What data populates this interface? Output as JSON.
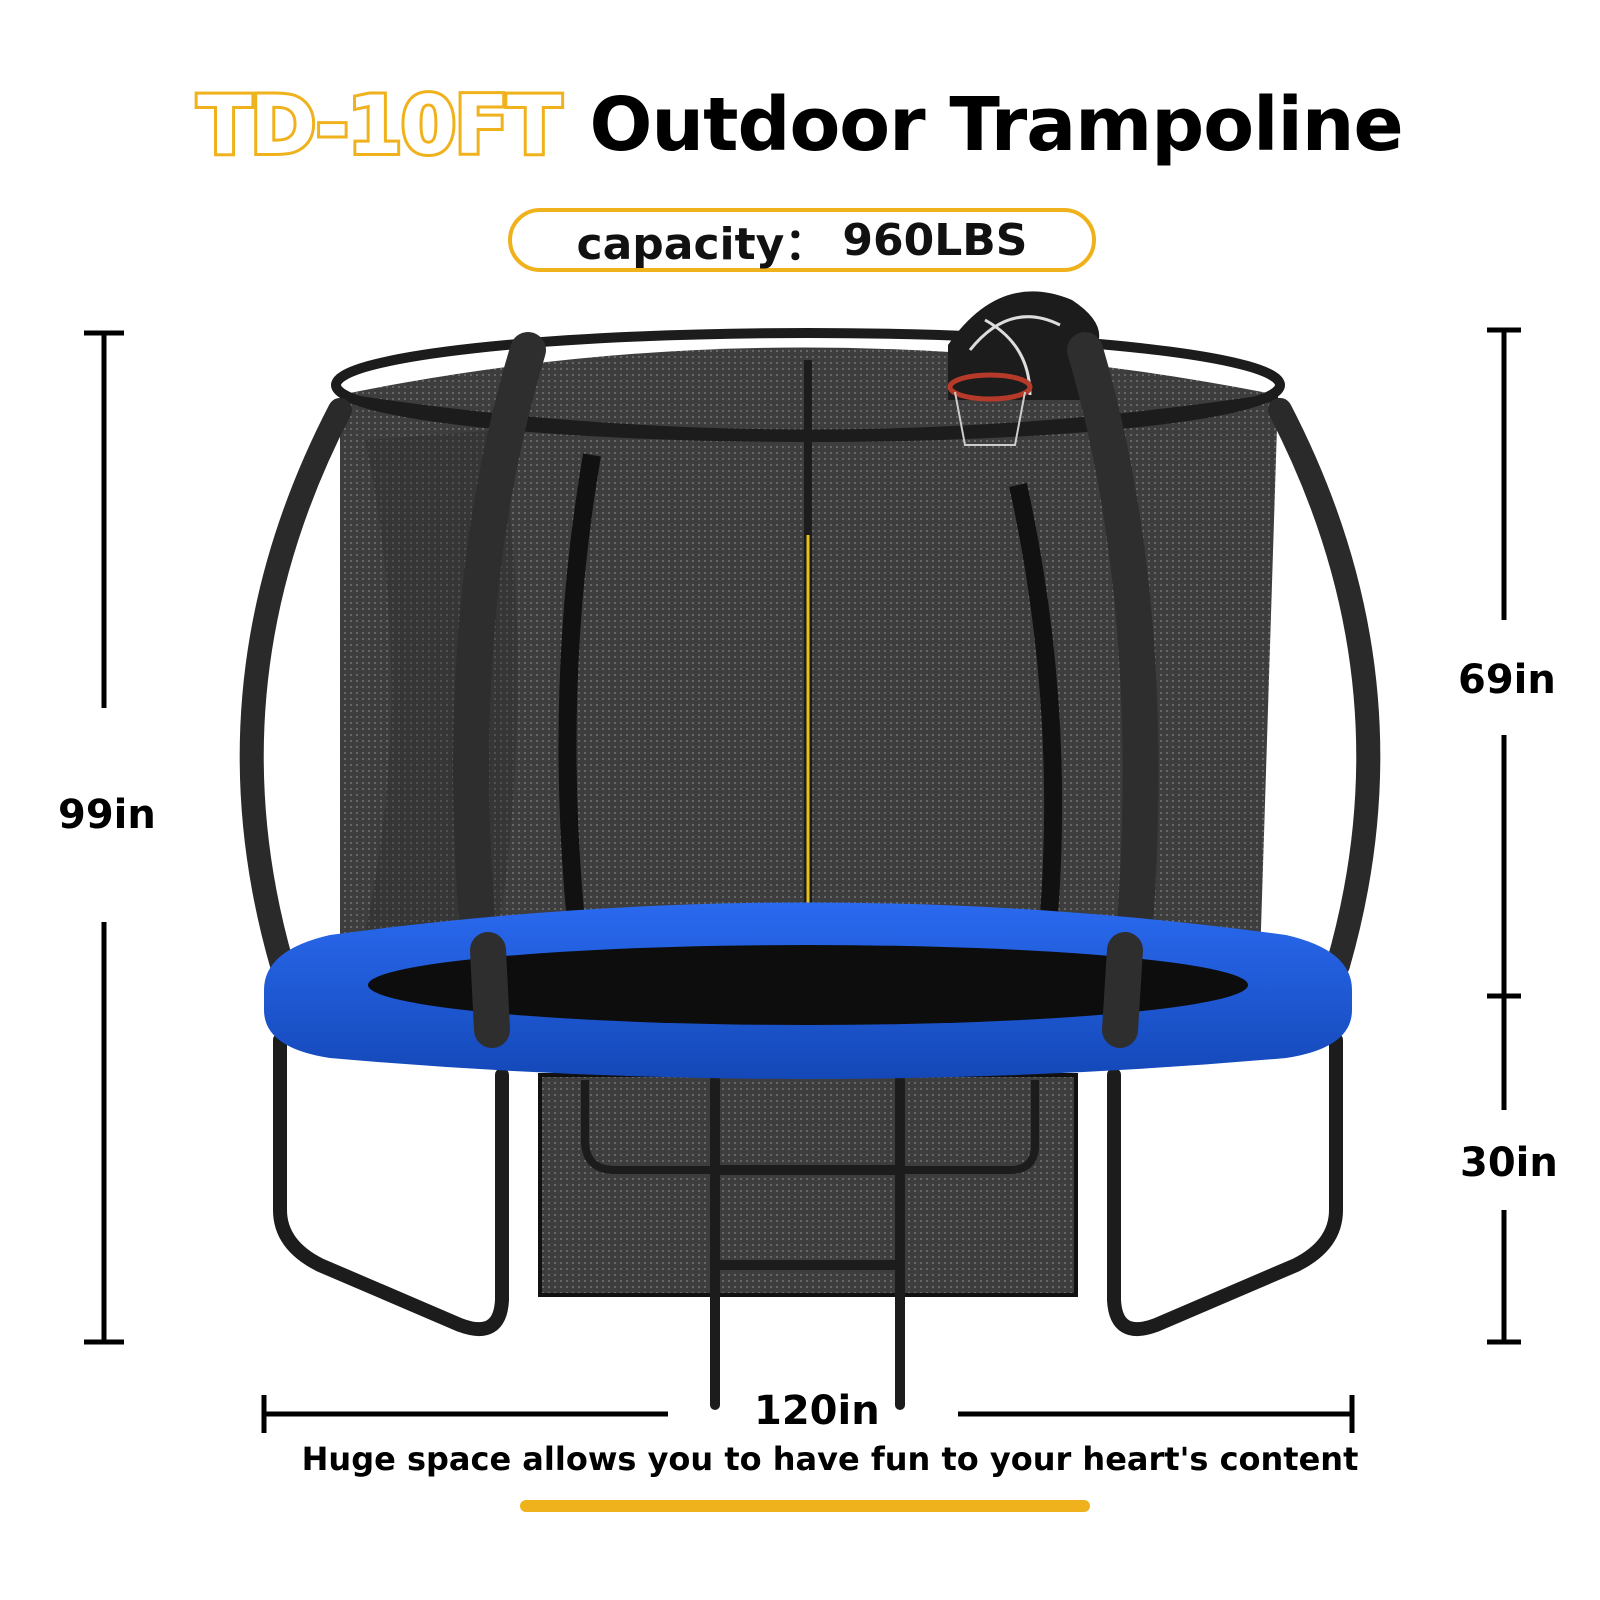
{
  "title": {
    "model": "TD-10FT",
    "headline": "Outdoor Trampoline"
  },
  "capacity": {
    "label": "capacity：",
    "value": "960LBS"
  },
  "dimensions": {
    "total_height": "99in",
    "enclosure_height": "69in",
    "frame_height": "30in",
    "diameter": "120in"
  },
  "tagline": "Huge space allows you to have fun to your heart's content",
  "colors": {
    "accent": "#f0b21c",
    "pad_blue": "#1d5bd6",
    "net": "#3a3a3a",
    "frame": "#1c1c1c"
  },
  "icons": [
    "basketball-hoop-icon",
    "trampoline-illustration"
  ]
}
